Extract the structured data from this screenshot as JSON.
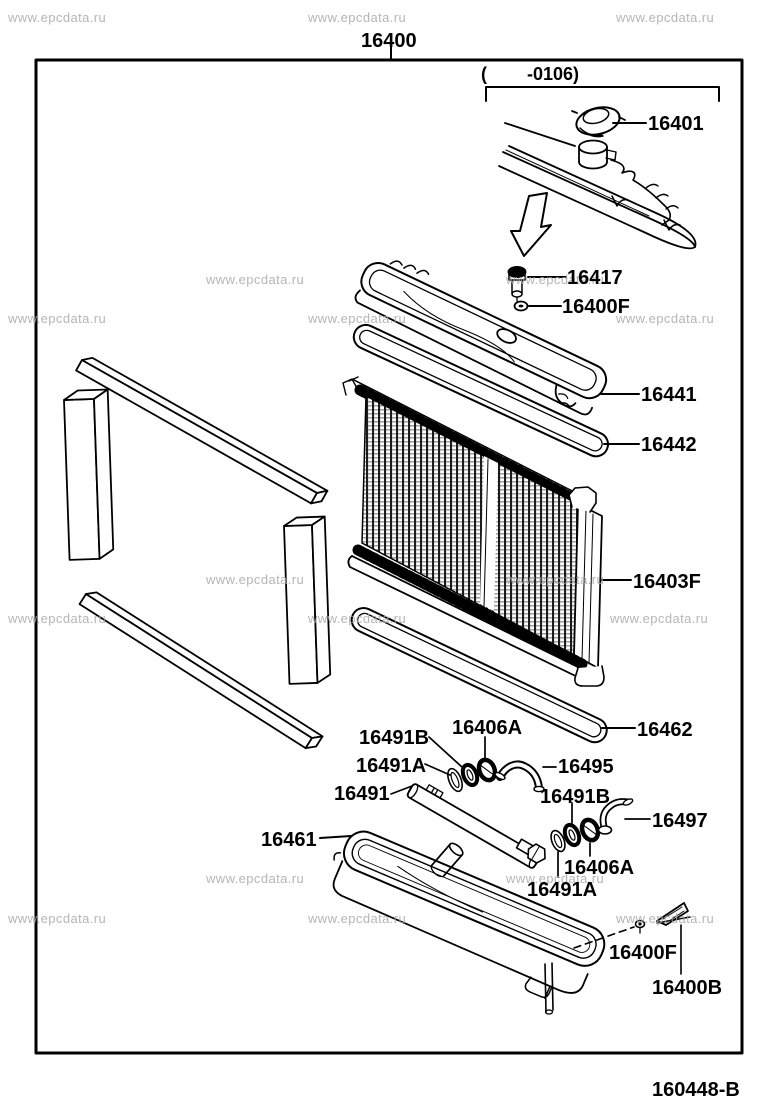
{
  "page": {
    "watermark": "www.epcdata.ru",
    "sheet_code": "160448-B"
  },
  "diagram": {
    "assembly_number": "16400",
    "applicability_range": "(        -0106)"
  },
  "labels": {
    "part_16401": "16401",
    "part_16417": "16417",
    "part_16400f_top": "16400F",
    "part_16441": "16441",
    "part_16442": "16442",
    "part_16403f": "16403F",
    "part_16462": "16462",
    "part_16406a_upper": "16406A",
    "part_16491b_upper": "16491B",
    "part_16491a_upper": "16491A",
    "part_16495": "16495",
    "part_16491": "16491",
    "part_16491b_lower": "16491B",
    "part_16497": "16497",
    "part_16406a_lower": "16406A",
    "part_16491a_lower": "16491A",
    "part_16461": "16461",
    "part_16400f_bottom": "16400F",
    "part_16400b": "16400B"
  }
}
